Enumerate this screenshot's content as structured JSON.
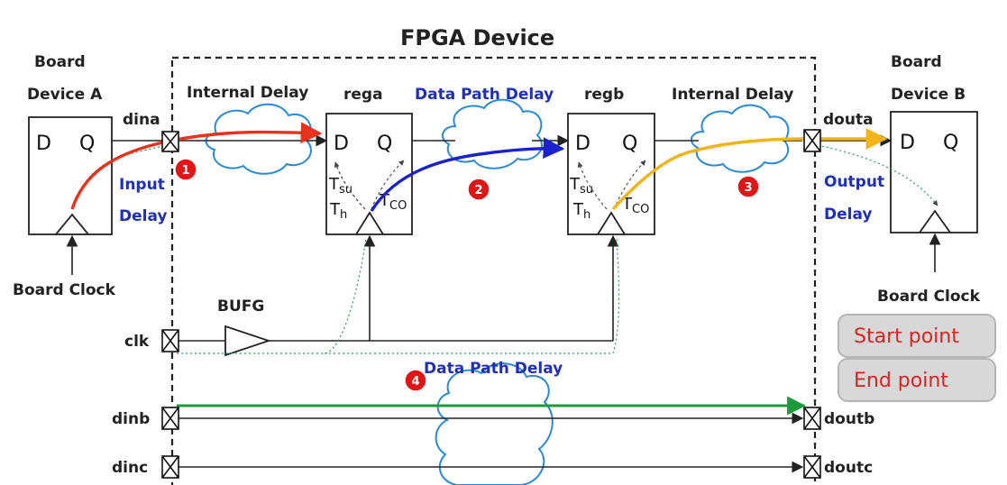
{
  "title": "FPGA Device",
  "device_a": {
    "line1": "Board",
    "line2": "Device A",
    "d": "D",
    "q": "Q"
  },
  "device_b": {
    "line1": "Board",
    "line2": "Device B",
    "d": "D",
    "q": "Q"
  },
  "board_clock_left": "Board Clock",
  "board_clock_right": "Board Clock",
  "signals": {
    "dina": "dina",
    "douta": "douta",
    "clk": "clk",
    "dinb": "dinb",
    "dinc": "dinc",
    "doutb": "doutb",
    "doutc": "doutc"
  },
  "registers": {
    "rega": {
      "name": "rega",
      "d": "D",
      "q": "Q",
      "t": "T",
      "su": "su",
      "h": "h",
      "co": "CO"
    },
    "regb": {
      "name": "regb",
      "d": "D",
      "q": "Q",
      "t": "T",
      "su": "su",
      "h": "h",
      "co": "CO"
    }
  },
  "labels": {
    "internal_delay_left": "Internal Delay",
    "internal_delay_right": "Internal Delay",
    "data_path_delay_top": "Data Path Delay",
    "data_path_delay_bottom": "Data Path Delay",
    "input_delay_1": "Input",
    "input_delay_2": "Delay",
    "output_delay_1": "Output",
    "output_delay_2": "Delay",
    "bufg": "BUFG"
  },
  "badges": [
    "1",
    "2",
    "3",
    "4"
  ],
  "legend": {
    "start": "Start point",
    "end": "End point"
  },
  "colors": {
    "path1": "#e8321e",
    "path2": "#1a22d0",
    "path3": "#f2b418",
    "path4": "#1c9a3c",
    "cloud": "#2a8ad8",
    "badge": "#e01515",
    "label_blue": "#1f2fb8",
    "legend_text": "#e02222"
  }
}
